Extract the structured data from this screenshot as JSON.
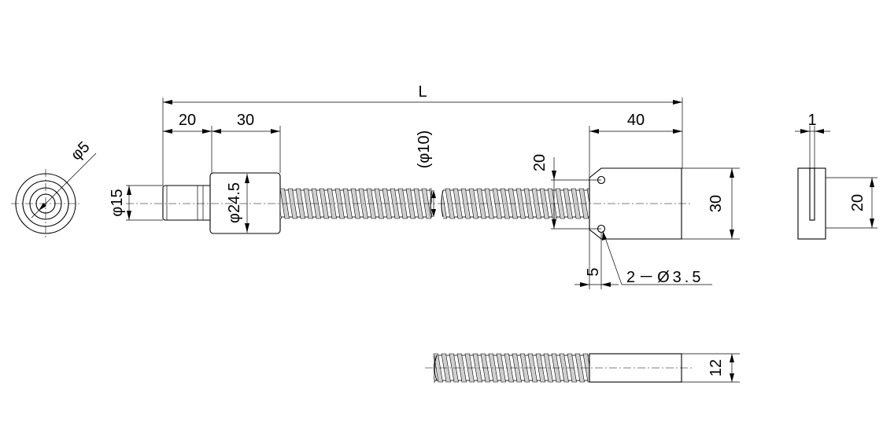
{
  "drawing": {
    "dimensions": {
      "total_length": "L",
      "left_end_length": "20",
      "nut_length": "30",
      "right_end_length": "40",
      "shaft_diameter": "(φ10)",
      "end_hole": "φ5",
      "end_diameter": "φ15",
      "nut_diameter": "φ24.5",
      "hole_pitch": "20",
      "block_height": "30",
      "hole_offset": "5",
      "holes": "2－Ø3.5",
      "plate_thickness": "1",
      "plate_height": "20",
      "block_thickness": "12"
    }
  }
}
